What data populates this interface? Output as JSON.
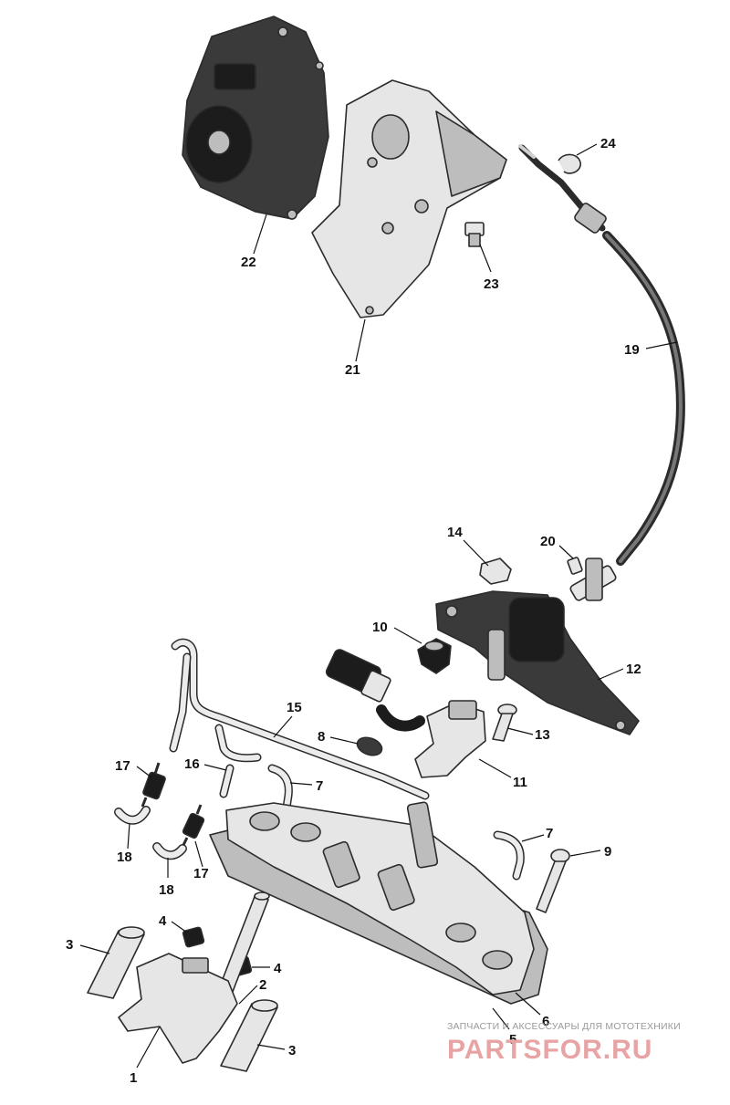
{
  "diagram": {
    "callouts": [
      "1",
      "2",
      "3",
      "3",
      "4",
      "4",
      "5",
      "6",
      "7",
      "7",
      "8",
      "9",
      "10",
      "11",
      "12",
      "13",
      "14",
      "15",
      "16",
      "17",
      "17",
      "18",
      "18",
      "19",
      "20",
      "21",
      "22",
      "23",
      "24"
    ]
  },
  "watermark": {
    "tagline": "ЗАПЧАСТИ И АКСЕССУАРЫ ДЛЯ МОТОТЕХНИКИ",
    "brand": "PARTSFOR.RU"
  }
}
